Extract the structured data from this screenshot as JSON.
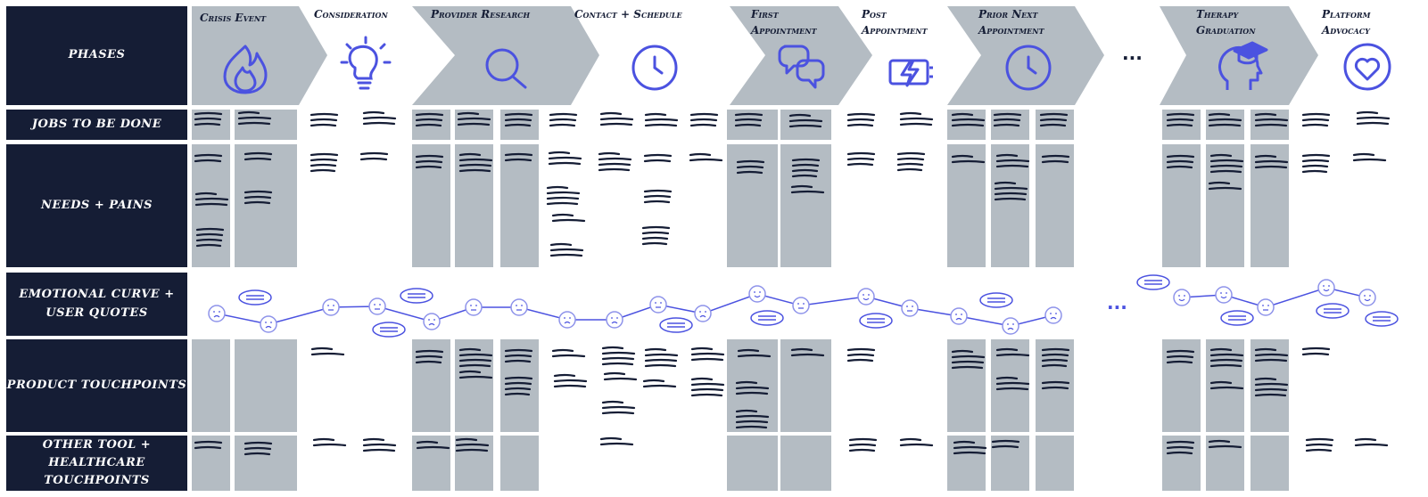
{
  "rows": {
    "phases": "PHASES",
    "jobs": "JOBS TO BE DONE",
    "needs": "NEEDS + PAINS",
    "emotional": "EMOTIONAL CURVE + USER QUOTES",
    "product": "PRODUCT TOUCHPOINTS",
    "other": "OTHER TOOL + HEALTHCARE TOUCHPOINTS"
  },
  "phases": [
    {
      "label": "Crisis Event",
      "icon": "flame-icon"
    },
    {
      "label": "Consideration",
      "icon": "lightbulb-icon"
    },
    {
      "label": "Provider Research",
      "icon": "search-icon"
    },
    {
      "label": "Contact + Schedule",
      "icon": "clock-icon"
    },
    {
      "label": "First Appointment",
      "icon": "chat-bubbles-icon"
    },
    {
      "label": "Post Appointment",
      "icon": "battery-charging-icon"
    },
    {
      "label": "Prior Next Appointment",
      "icon": "clock-icon"
    },
    {
      "label": "Therapy Graduation",
      "icon": "graduation-head-icon"
    },
    {
      "label": "Platform Advocacy",
      "icon": "heart-icon"
    }
  ],
  "ellipsis": "...",
  "colors": {
    "navy": "#151d35",
    "gray": "#b4bcc3",
    "accent": "#4b52e0",
    "white": "#ffffff"
  }
}
